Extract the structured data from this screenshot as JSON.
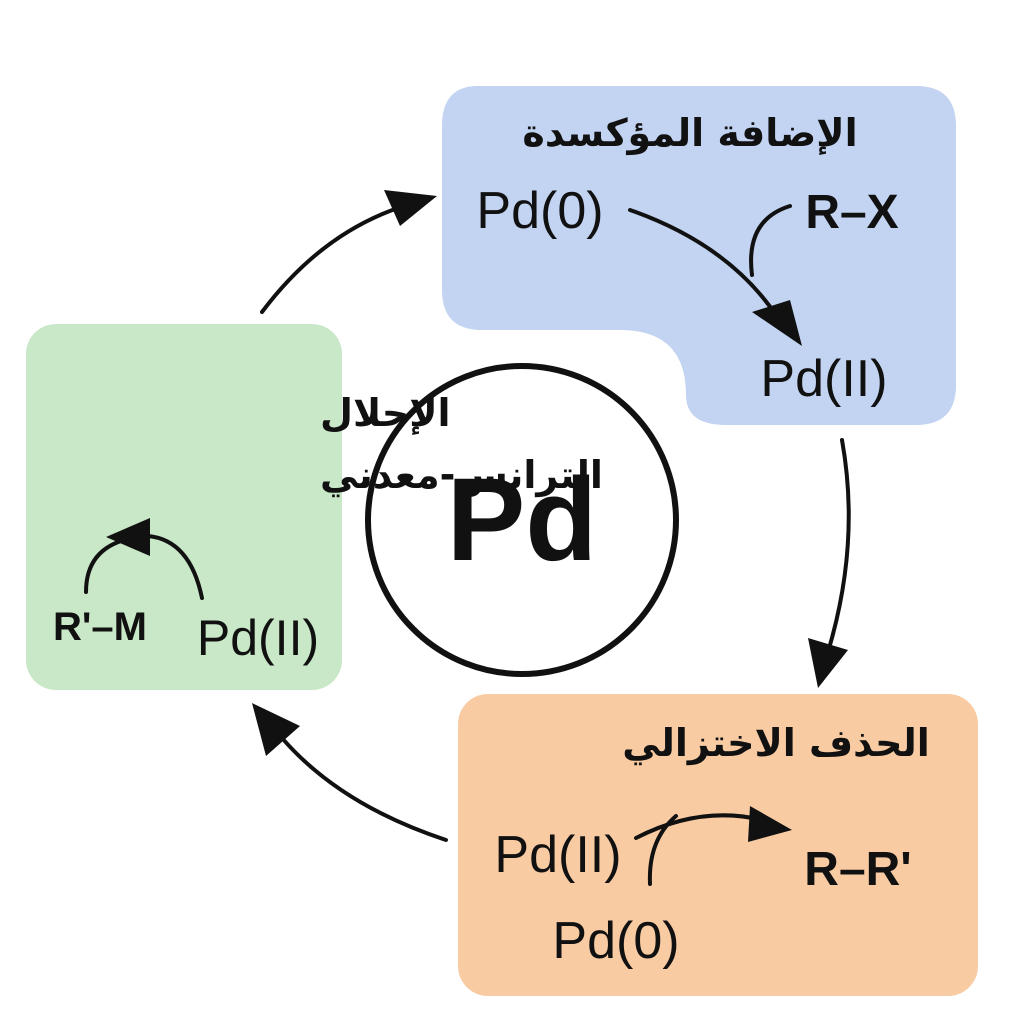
{
  "center": {
    "label": "Pd"
  },
  "oxidative_addition": {
    "title": "الإضافة المؤكسدة",
    "reactant_pd": "Pd(0)",
    "reagent": "R–X",
    "product_pd": "Pd(II)",
    "color": "#c2d4f2"
  },
  "transmetalation": {
    "title_line1": "الإحلال",
    "title_line2": "الترانس-معدني",
    "reagent": "R'–M",
    "pd": "Pd(II)",
    "color": "#c9e8c8"
  },
  "reductive_elimination": {
    "title": "الحذف الاختزالي",
    "pd_top": "Pd(II)",
    "product": "R–R'",
    "pd_bottom": "Pd(0)",
    "color": "#f9cba3"
  }
}
